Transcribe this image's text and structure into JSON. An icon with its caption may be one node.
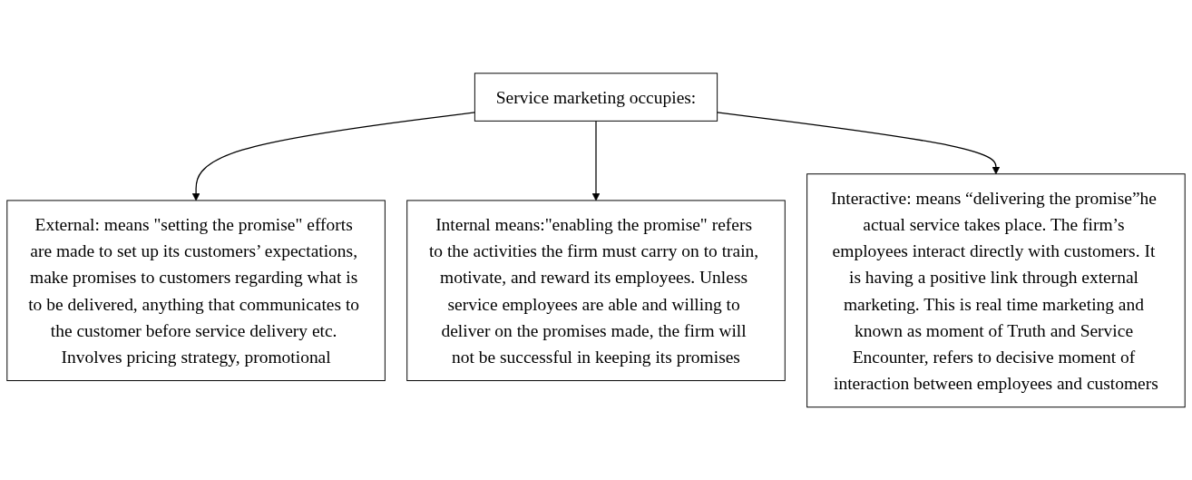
{
  "diagram": {
    "nodes": [
      {
        "text": [
          "Service marketing occupies:"
        ]
      },
      {
        "text": [
          "External: means \"setting the promise\" efforts are made to set up its customers’ expectations, make promises to customers regarding what is to be delivered, anything that communicates to the customer before service delivery etc. Involves pricing strategy, promotional"
        ]
      },
      {
        "text": [
          "Internal means:\"enabling the promise\" refers to the activities the firm must carry on to train, motivate, and reward its employees. Unless service employees are able and willing to deliver on the promises made, the firm will not be successful in keeping its promises"
        ]
      },
      {
        "text": [
          "Interactive: means “delivering the promise”he actual service takes place. The firm’s employees interact directly with customers. It is having a positive link through external marketing. This is real time marketing and known as moment of Truth and Service Encounter, refers to decisive moment of interaction between employees and customers"
        ]
      }
    ],
    "edges": [
      {
        "from": 0,
        "to": 1,
        "arrow": "to"
      },
      {
        "from": 0,
        "to": 2,
        "arrow": "to"
      },
      {
        "from": 0,
        "to": 3,
        "arrow": "to"
      }
    ]
  }
}
